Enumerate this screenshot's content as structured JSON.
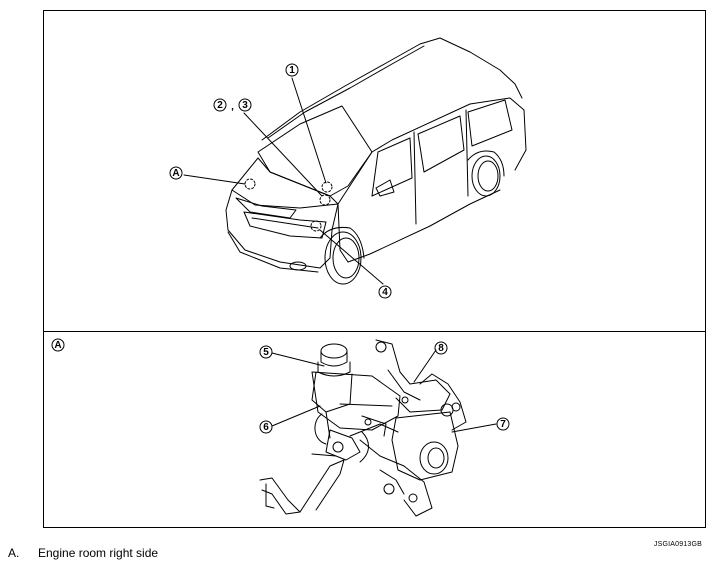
{
  "figure_id": "JSGIA0913GB",
  "callouts": {
    "c1": "1",
    "c2": "2",
    "c3": "3",
    "c4": "4",
    "c5": "5",
    "c6": "6",
    "c7": "7",
    "c8": "8",
    "cA_top": "A",
    "cA_panel": "A",
    "sep": ","
  },
  "legend": [
    {
      "key": "A.",
      "text": "Engine room right side"
    }
  ]
}
